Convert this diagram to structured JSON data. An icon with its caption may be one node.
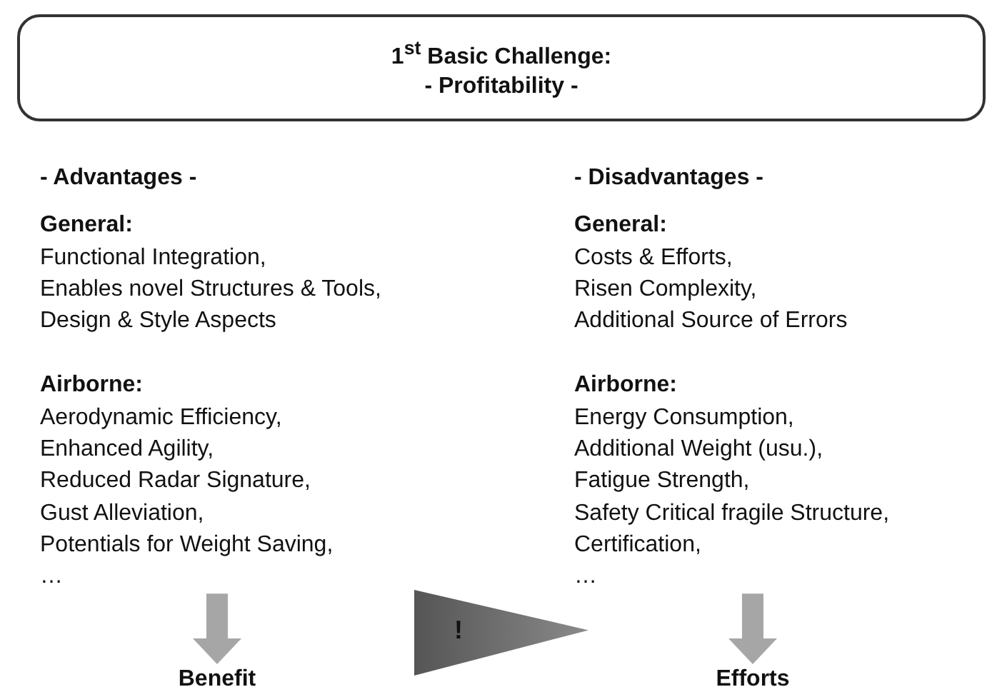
{
  "diagram": {
    "nodes": [
      {
        "text": [
          "1$^{st}$ Basic Challenge:",
          "- Profitability -"
        ]
      },
      {
        "text": [
          "- Advantages -",
          "General:",
          "Functional Integration,",
          "Enables novel Structures & Tools,",
          "Design & Style  Aspects",
          "Airborne:",
          "Aerodynamic Efficiency,",
          "Enhanced Agility,",
          "Reduced Radar Signature,",
          "Gust Alleviation,",
          "Potentials for Weight Saving,",
          "…"
        ]
      },
      {
        "text": [
          "- Disadvantages -",
          "General:",
          "Costs & Efforts,",
          "Risen Complexity,",
          "Additional Source of Errors",
          "Airborne:",
          "Energy Consumption,",
          "Additional Weight (usu.),",
          "Fatigue Strength,",
          "Safety Critical fragile Structure,",
          "Certification,",
          "…"
        ]
      },
      {
        "text": [
          "Benefit"
        ]
      },
      {
        "text": [
          "Efforts"
        ]
      },
      {
        "text": [
          "!"
        ]
      }
    ],
    "edges": [
      {
        "from": 1,
        "to": 3,
        "arrow": "to"
      },
      {
        "from": 2,
        "to": 4,
        "arrow": "to"
      }
    ]
  }
}
